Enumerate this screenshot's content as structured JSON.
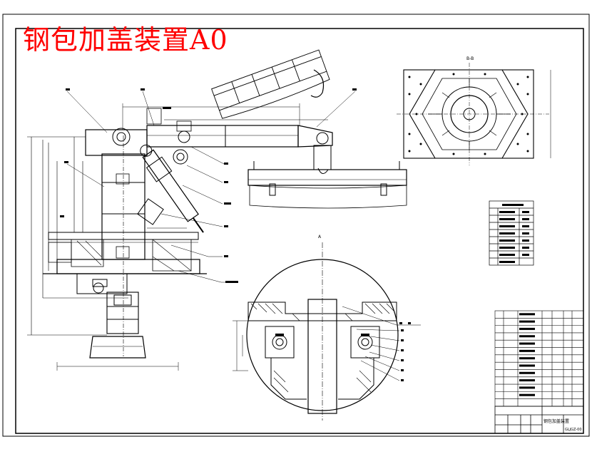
{
  "drawing": {
    "title": "钢包加盖装置A0",
    "title_color": "#ff0000",
    "line_color": "#000000",
    "background": "#ffffff"
  },
  "section_labels": {
    "plan_view": "B-B",
    "detail_view": "A"
  },
  "title_block": {
    "drawing_name": "钢包加盖装置",
    "drawing_number": "GLJGZ-00"
  },
  "parts_table": {
    "rows": 12
  },
  "parameter_table": {
    "rows": 9
  }
}
